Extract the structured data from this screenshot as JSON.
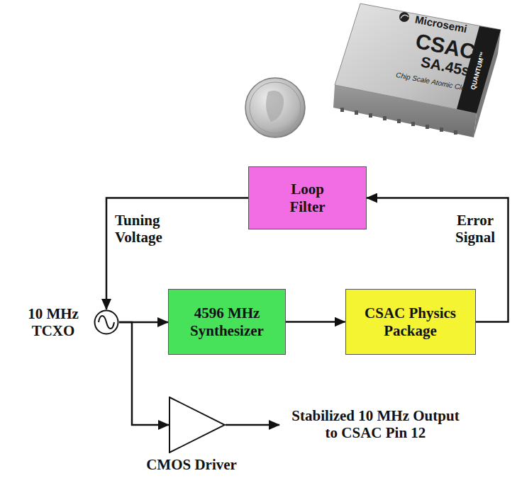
{
  "diagram": {
    "nodes": [
      {
        "text": [
          "Loop Filter"
        ]
      },
      {
        "text": [
          "10 MHz TCXO"
        ]
      },
      {
        "text": [
          "4596 MHz Synthesizer"
        ]
      },
      {
        "text": [
          "CSAC Physics Package"
        ]
      },
      {
        "text": [
          "CMOS Driver"
        ]
      }
    ],
    "edges": [
      {
        "from": 0,
        "to": 1,
        "arrow": "to",
        "label": "Tuning Voltage"
      },
      {
        "from": 1,
        "to": 2,
        "arrow": "to"
      },
      {
        "from": 2,
        "to": 3,
        "arrow": "to"
      },
      {
        "from": 3,
        "to": 0,
        "arrow": "to",
        "label": "Error Signal"
      },
      {
        "from": 1,
        "to": 4,
        "arrow": "to"
      }
    ],
    "labels": [
      "Microsemi",
      "CSAC",
      "SA.45s",
      "Chip Scale Atomic Clock",
      "QUANTUM™",
      "Stabilized 10 MHz Output to CSAC Pin 12"
    ]
  }
}
